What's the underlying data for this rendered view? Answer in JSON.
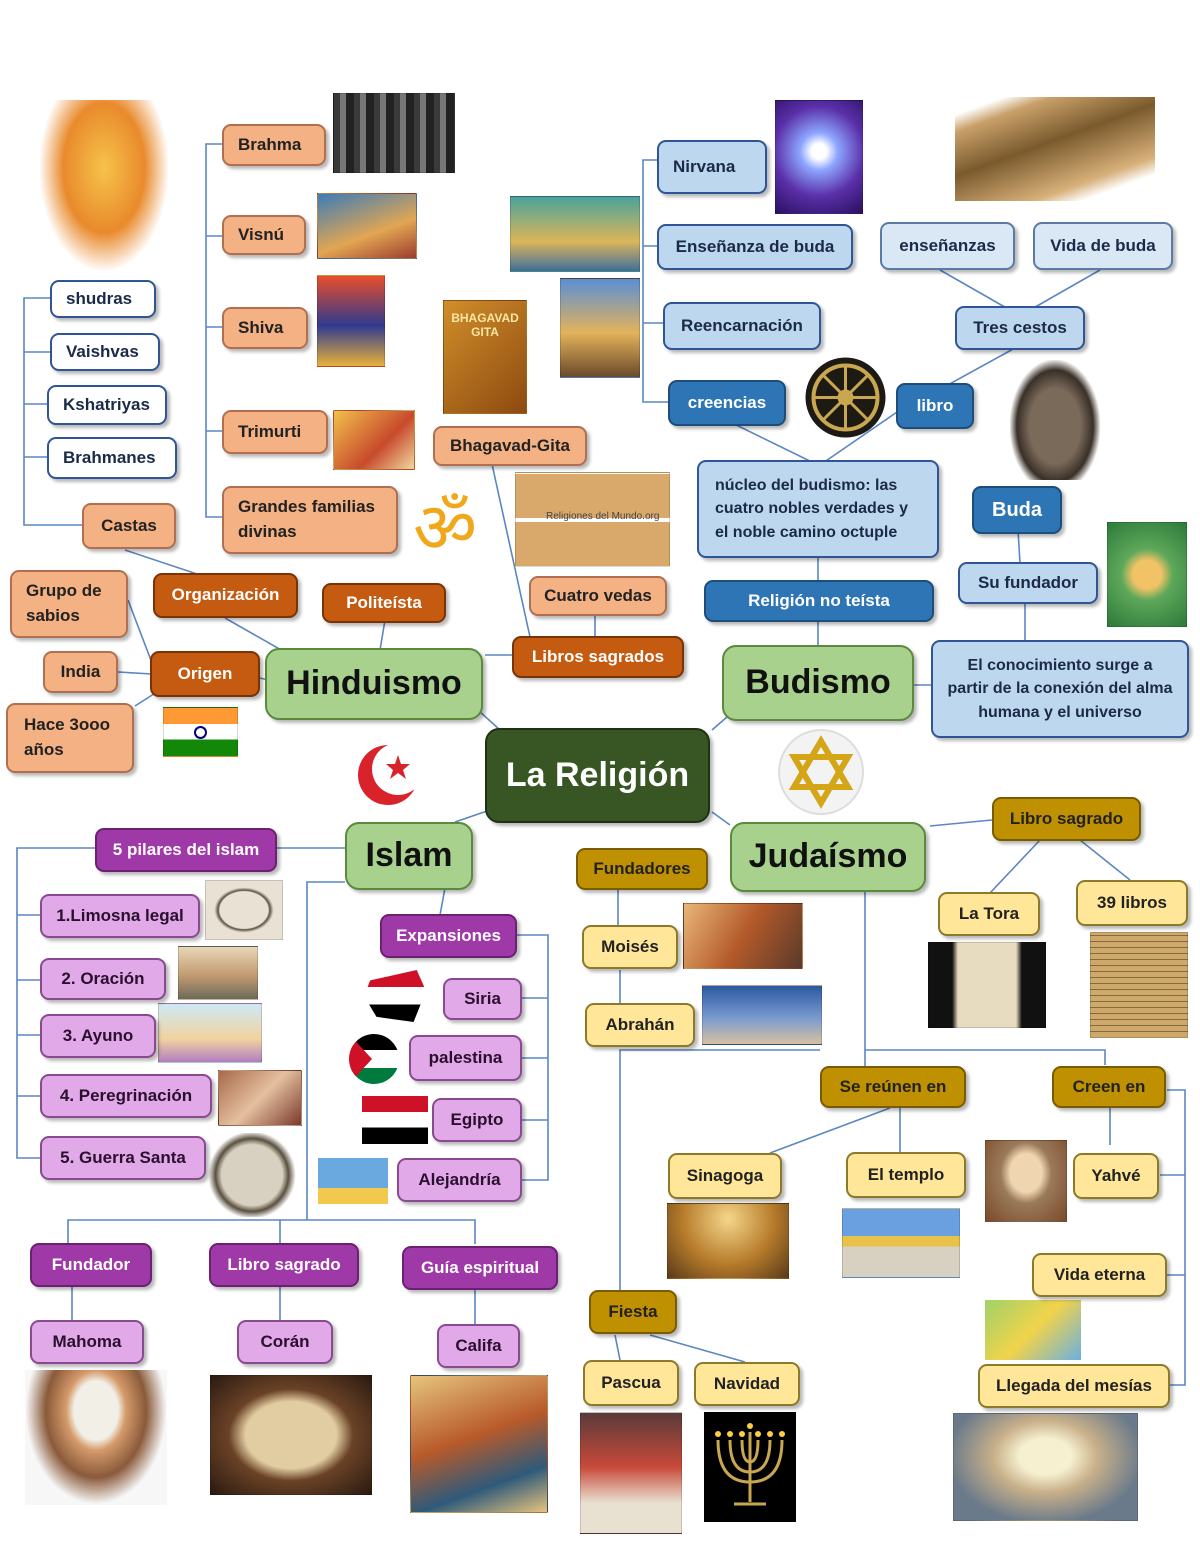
{
  "center": "La Religión",
  "hinduismo": {
    "title": "Hinduismo",
    "organizacion": "Organización",
    "politeista": "Politeísta",
    "libros_sagrados": "Libros sagrados",
    "origen": "Origen",
    "castas": "Castas",
    "castas_list": [
      "shudras",
      "Vaishvas",
      "Kshatriyas",
      "Brahmanes"
    ],
    "gods": [
      "Brahma",
      "Visnú",
      "Shiva",
      "Trimurti",
      "Grandes familias divinas"
    ],
    "bhagavad": "Bhagavad-Gita",
    "cuatro_vedas": "Cuatro vedas",
    "grupo_sabios": "Grupo de sabios",
    "india": "India",
    "hace": "Hace 3ooo años",
    "om_symbol": "ॐ",
    "book_label": "BHAGAVAD GITA",
    "manuscript_label": "Religiones del Mundo.org"
  },
  "budismo": {
    "title": "Budismo",
    "creencias_list": [
      "Nirvana",
      "Enseñanza de buda",
      "Reencarnación"
    ],
    "creencias": "creencias",
    "libro": "libro",
    "tres_cestos": "Tres cestos",
    "ensenanzas": "enseñanzas",
    "vida_buda": "Vida de buda",
    "nucleo": "núcleo del budismo: las cuatro nobles verdades y el noble camino octuple",
    "religion_no_teista": "Religión no teísta",
    "buda": "Buda",
    "su_fundador": "Su fundador",
    "conocimiento": "El conocimiento surge a partir de la conexión del alma humana y el universo"
  },
  "islam": {
    "title": "Islam",
    "pilares_title": "5 pilares del islam",
    "pilares": [
      "1.Limosna legal",
      "2. Oración",
      "3. Ayuno",
      "4. Peregrinación",
      "5. Guerra Santa"
    ],
    "expansiones": "Expansiones",
    "places": [
      "Siria",
      "palestina",
      "Egipto",
      "Alejandría"
    ],
    "fundador": "Fundador",
    "mahoma": "Mahoma",
    "libro_sagrado": "Libro sagrado",
    "coran": "Corán",
    "guia": "Guía espiritual",
    "califa": "Califa"
  },
  "judaismo": {
    "title": "Judaísmo",
    "fundadores": "Fundadores",
    "moises": "Moisés",
    "abrahan": "Abrahán",
    "libro_sagrado": "Libro sagrado",
    "la_tora": "La Tora",
    "libros39": "39 libros",
    "se_reunen": "Se reúnen en",
    "sinagoga": "Sinagoga",
    "el_templo": "El templo",
    "creen_en": "Creen en",
    "yahve": "Yahvé",
    "vida_eterna": "Vida eterna",
    "mesias": "Llegada del mesías",
    "fiesta": "Fiesta",
    "pascua": "Pascua",
    "navidad": "Navidad"
  },
  "colors": {
    "hindu_light": "#f4b183",
    "hindu_dark": "#c55a11",
    "budismo_light": "#bdd7ee",
    "budismo_dark": "#2e75b6",
    "islam_light": "#e1a9e8",
    "islam_dark": "#a039a8",
    "judaismo_light": "#ffe699",
    "judaismo_dark": "#bf9000",
    "main_green": "#a9d18e",
    "center_green": "#375623"
  },
  "icons": [
    "brahma-image",
    "om-symbol-icon",
    "india-flag-icon",
    "crescent-star-icon",
    "star-of-david-icon",
    "dharma-wheel-icon",
    "syria-flag-icon",
    "palestine-flag-icon",
    "egypt-flag-icon",
    "alexandria-flag-icon",
    "menorah-icon"
  ]
}
